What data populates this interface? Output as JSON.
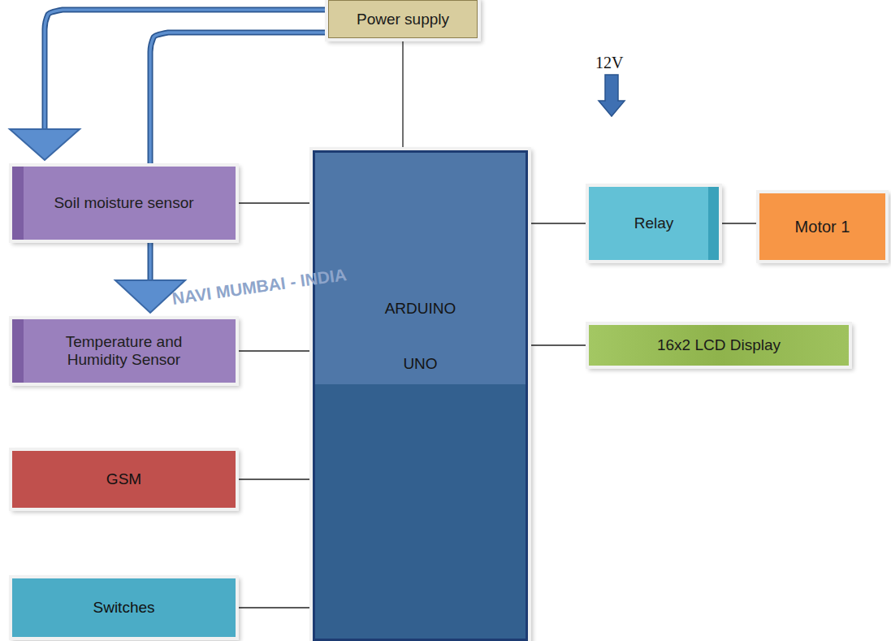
{
  "diagram": {
    "nodes": [
      {
        "text": [
          "Power supply"
        ]
      },
      {
        "text": [
          "Soil moisture sensor"
        ]
      },
      {
        "text": [
          "ARDUINO UNO"
        ]
      },
      {
        "text": [
          "Relay"
        ]
      },
      {
        "text": [
          "Motor 1"
        ]
      },
      {
        "text": [
          "Temperature and Humidity Sensor"
        ]
      },
      {
        "text": [
          "16x2 LCD Display"
        ]
      },
      {
        "text": [
          "GSM"
        ]
      },
      {
        "text": [
          "Switches"
        ]
      }
    ],
    "edges": [
      {
        "from": 0,
        "to": 1,
        "arrow": "to"
      },
      {
        "from": 0,
        "to": 5,
        "arrow": "to"
      },
      {
        "from": 0,
        "to": 2,
        "arrow": "none"
      },
      {
        "from": 1,
        "to": 2,
        "arrow": "none"
      },
      {
        "from": 5,
        "to": 2,
        "arrow": "none"
      },
      {
        "from": 7,
        "to": 2,
        "arrow": "none"
      },
      {
        "from": 8,
        "to": 2,
        "arrow": "none"
      },
      {
        "from": 2,
        "to": 3,
        "arrow": "none"
      },
      {
        "from": 3,
        "to": 4,
        "arrow": "none"
      },
      {
        "from": 2,
        "to": 6,
        "arrow": "none"
      }
    ],
    "labels": [
      "12V",
      "NAVI MUMBAI - INDIA"
    ]
  }
}
